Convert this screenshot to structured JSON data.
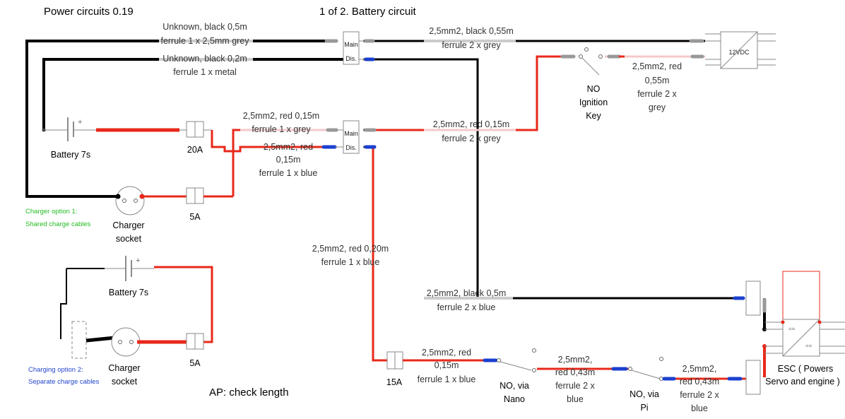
{
  "title": "Power circuits 0.19",
  "subtitle": "1 of 2. Battery circuit",
  "ap_note": "AP: check length",
  "charger_option_1": [
    "Charger option 1:",
    "Shared charge cables"
  ],
  "charging_option_2": [
    "Charging option 2:",
    "Separate charge cables"
  ],
  "wires": {
    "w1": [
      "Unknown, black 0,5m",
      "ferrule 1 x 2,5mm grey"
    ],
    "w2": [
      "Unknown, black 0,2m",
      "ferrule 1 x metal"
    ],
    "w3": [
      "2,5mm2, black 0,55m",
      "ferrule 2 x grey"
    ],
    "w4": [
      "2,5mm2, red",
      "0,55m",
      "ferrule 2 x",
      "grey"
    ],
    "w5": [
      "2,5mm2, red 0,15m",
      "ferrule 1 x grey"
    ],
    "w6": [
      "2,5mm2, red",
      "0,15m",
      "ferrule 1 x blue"
    ],
    "w7": [
      "2,5mm2, red 0,15m",
      "ferrule 2 x grey"
    ],
    "w8": [
      "2,5mm2, red 0,20m",
      "ferrule 1 x blue"
    ],
    "w9": [
      "2,5mm2, black 0,5m",
      "ferrule 2 x blue"
    ],
    "w10": [
      "2,5mm2, red",
      "0,15m",
      "ferrule 1 x blue"
    ],
    "w11": [
      "2,5mm2,",
      "red 0,43m",
      "ferrule 2 x",
      "blue"
    ],
    "w12": [
      "2,5mm2,",
      "red 0,43m",
      "ferrule 2 x",
      "blue"
    ]
  },
  "components": {
    "battery1": "Battery 7s",
    "battery2": "Battery 7s",
    "fuse20": "20A",
    "fuse5a": "5A",
    "fuse5b": "5A",
    "fuse15": "15A",
    "charger1": [
      "Charger",
      "socket"
    ],
    "charger2": [
      "Charger",
      "socket"
    ],
    "main_dis_top": [
      "Main",
      "Dis."
    ],
    "main_dis_mid": [
      "Main",
      "Dis."
    ],
    "ignition": [
      "NO",
      "Ignition",
      "Key"
    ],
    "nano": [
      "NO, via",
      "Nano"
    ],
    "pi": [
      "NO, via",
      "Pi"
    ],
    "converter": "12VDC",
    "esc": [
      "ESC ( Powers",
      "Servo and engine )"
    ]
  }
}
